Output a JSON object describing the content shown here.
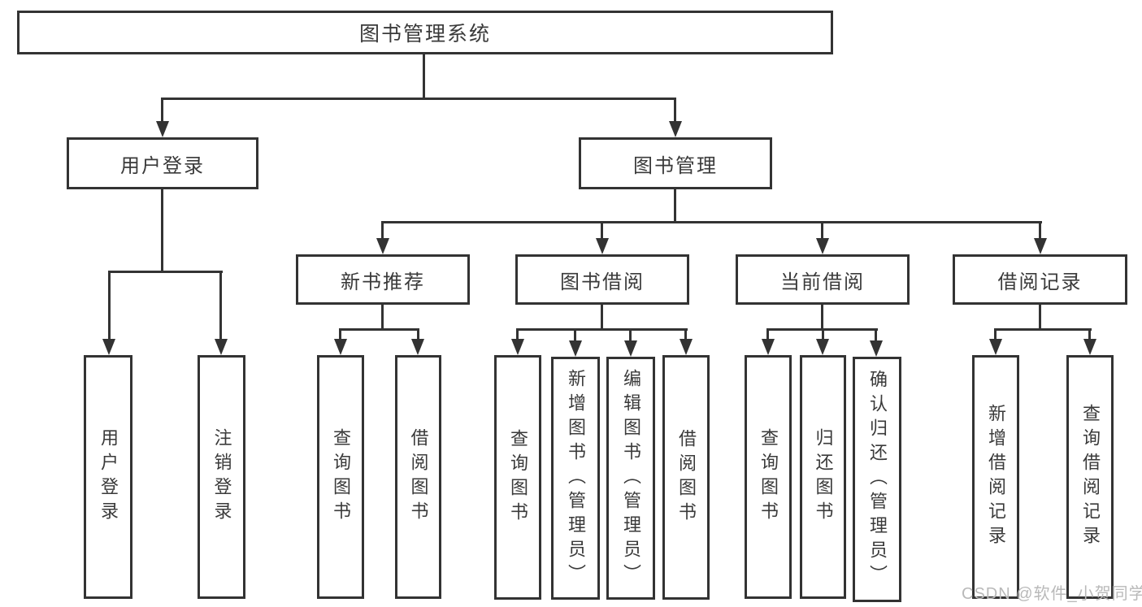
{
  "nodes": {
    "root": {
      "label": "图书管理系统"
    },
    "login": {
      "label": "用户登录",
      "children": [
        "用户登录",
        "注销登录"
      ]
    },
    "management": {
      "label": "图书管理"
    },
    "newbook": {
      "label": "新书推荐",
      "children": [
        "查询图书",
        "借阅图书"
      ]
    },
    "borrow": {
      "label": "图书借阅",
      "children": [
        "查询图书",
        "新增图书（管理员）",
        "编辑图书（管理员）",
        "借阅图书"
      ]
    },
    "current": {
      "label": "当前借阅",
      "children": [
        "查询图书",
        "归还图书",
        "确认归还（管理员）"
      ]
    },
    "records": {
      "label": "借阅记录",
      "children": [
        "新增借阅记录",
        "查询借阅记录"
      ]
    }
  },
  "watermark": "CSDN @软件_小贺同学",
  "colors": {
    "line": "#333333",
    "text": "#3a3a3a",
    "watermark": "#b9b9b9",
    "background": "#ffffff"
  }
}
